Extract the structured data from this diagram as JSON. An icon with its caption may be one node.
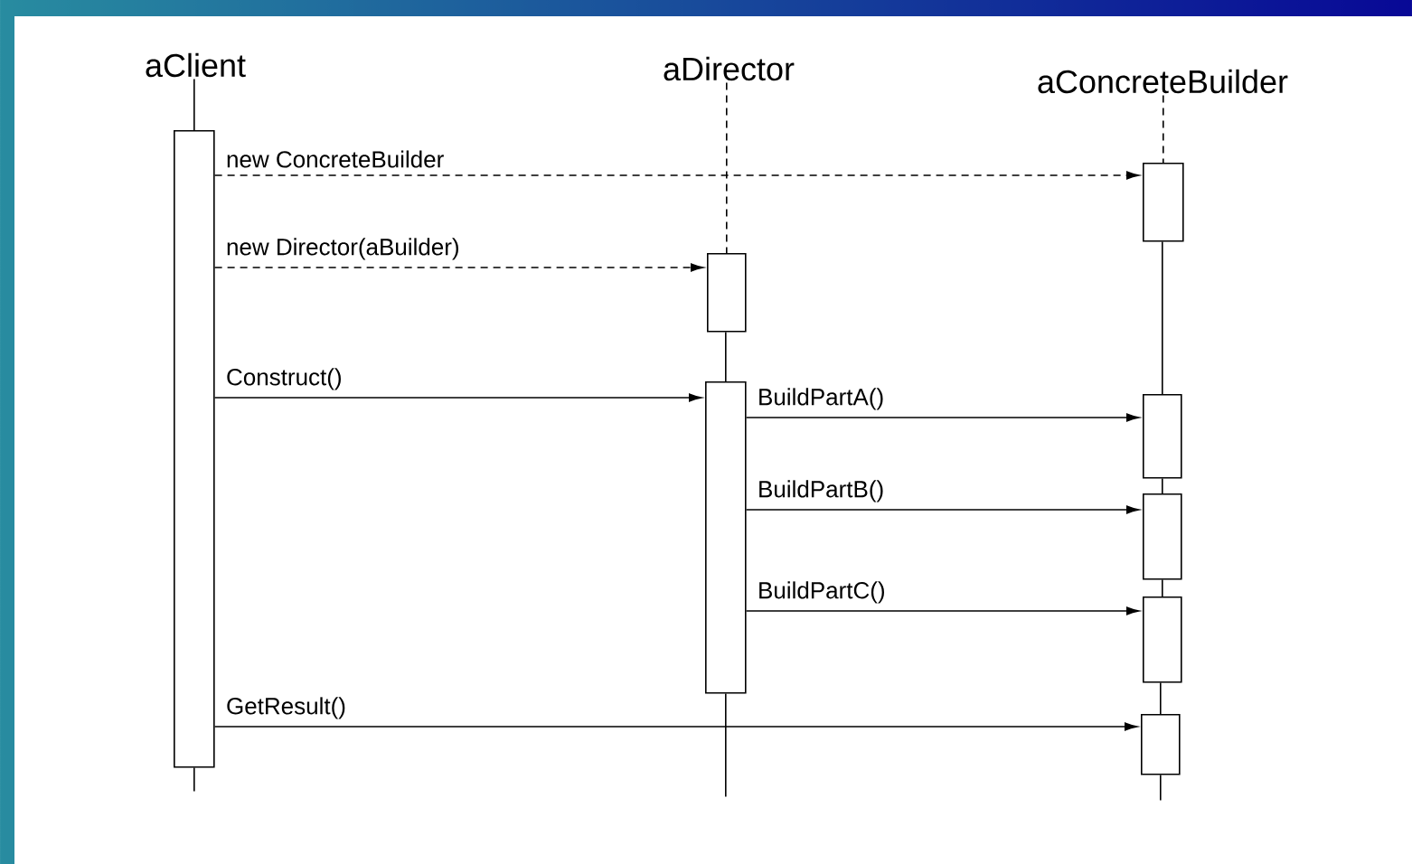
{
  "diagram": {
    "nodes": [
      {
        "text": [
          "aClient"
        ]
      },
      {
        "text": [
          "aDirector"
        ]
      },
      {
        "text": [
          "aConcreteBuilder"
        ]
      },
      {
        "text": [],
        "shape": "box"
      },
      {
        "text": [],
        "shape": "box"
      },
      {
        "text": [],
        "shape": "box"
      },
      {
        "text": [],
        "shape": "box"
      },
      {
        "text": [],
        "shape": "box"
      },
      {
        "text": [],
        "shape": "box"
      },
      {
        "text": [],
        "shape": "box"
      },
      {
        "text": [],
        "shape": "box"
      }
    ],
    "edges": [
      {
        "from": 0,
        "to": 3,
        "arrow": "none"
      },
      {
        "from": 1,
        "to": 4,
        "arrow": "none",
        "style": "dashed"
      },
      {
        "from": 4,
        "to": 5,
        "arrow": "none"
      },
      {
        "from": 2,
        "to": 6,
        "arrow": "none",
        "style": "dashed"
      },
      {
        "from": 6,
        "to": 7,
        "arrow": "none"
      },
      {
        "from": 7,
        "to": 8,
        "arrow": "none"
      },
      {
        "from": 8,
        "to": 9,
        "arrow": "none"
      },
      {
        "from": 9,
        "to": 10,
        "arrow": "none"
      },
      {
        "from": 3,
        "to": 6,
        "arrow": "to",
        "style": "dashed",
        "label": "new ConcreteBuilder"
      },
      {
        "from": 3,
        "to": 4,
        "arrow": "to",
        "style": "dashed",
        "label": "new Director(aBuilder)"
      },
      {
        "from": 3,
        "to": 5,
        "arrow": "to",
        "label": "Construct()"
      },
      {
        "from": 5,
        "to": 7,
        "arrow": "to",
        "label": "BuildPartA()"
      },
      {
        "from": 5,
        "to": 8,
        "arrow": "to",
        "label": "BuildPartB()"
      },
      {
        "from": 5,
        "to": 9,
        "arrow": "to",
        "label": "BuildPartC()"
      },
      {
        "from": 3,
        "to": 10,
        "arrow": "to",
        "label": "GetResult()"
      }
    ]
  }
}
